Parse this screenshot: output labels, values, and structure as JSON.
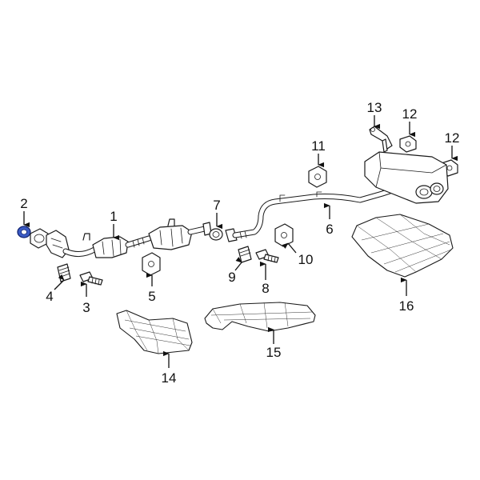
{
  "diagram": {
    "highlight_color": "#3b5bc4",
    "callouts": {
      "c1": "1",
      "c2": "2",
      "c3": "3",
      "c4": "4",
      "c5": "5",
      "c6": "6",
      "c7": "7",
      "c8": "8",
      "c9": "9",
      "c10": "10",
      "c11": "11",
      "c12a": "12",
      "c12b": "12",
      "c13": "13",
      "c14": "14",
      "c15": "15",
      "c16": "16"
    }
  }
}
